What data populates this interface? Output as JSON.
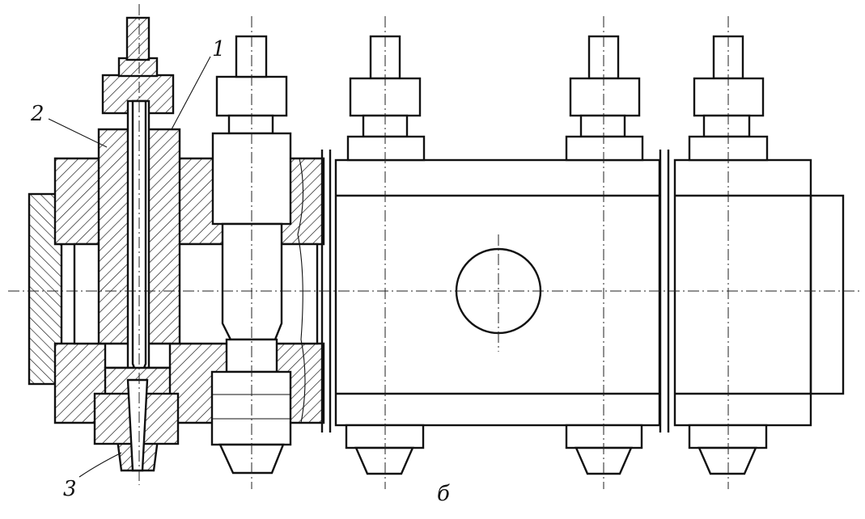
{
  "labels": {
    "part_1": "1",
    "part_2": "2",
    "part_3": "3",
    "view_b": "б"
  },
  "colors": {
    "ink": "#111111",
    "paper": "#ffffff"
  }
}
